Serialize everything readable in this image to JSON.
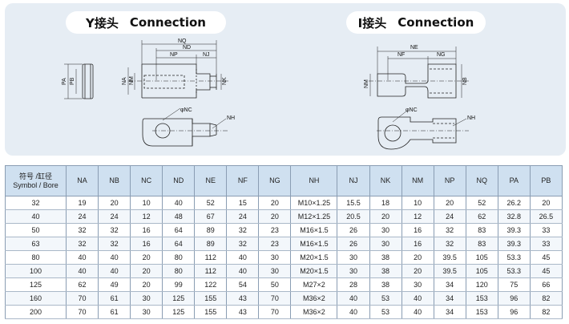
{
  "y_joint": {
    "title_cn": "Y接头",
    "title_en": "Connection",
    "labels": {
      "nq": "NQ",
      "nd": "ND",
      "np": "NP",
      "nj": "NJ",
      "pa": "PA",
      "pb": "PB",
      "na": "NA",
      "nm": "NM",
      "nk": "NK",
      "nc": "φNC",
      "nh": "NH"
    }
  },
  "i_joint": {
    "title_cn": "I接头",
    "title_en": "Connection",
    "labels": {
      "ne": "NE",
      "nf": "NF",
      "ng": "NG",
      "nm": "NM",
      "nb": "NB",
      "nc": "φNC",
      "nh": "NH"
    }
  },
  "table": {
    "headers": [
      "符号 /缸径\nSymbol / Bore",
      "NA",
      "NB",
      "NC",
      "ND",
      "NE",
      "NF",
      "NG",
      "NH",
      "NJ",
      "NK",
      "NM",
      "NP",
      "NQ",
      "PA",
      "PB"
    ],
    "rows": [
      [
        "32",
        "19",
        "20",
        "10",
        "40",
        "52",
        "15",
        "20",
        "M10×1.25",
        "15.5",
        "18",
        "10",
        "20",
        "52",
        "26.2",
        "20"
      ],
      [
        "40",
        "24",
        "24",
        "12",
        "48",
        "67",
        "24",
        "20",
        "M12×1.25",
        "20.5",
        "20",
        "12",
        "24",
        "62",
        "32.8",
        "26.5"
      ],
      [
        "50",
        "32",
        "32",
        "16",
        "64",
        "89",
        "32",
        "23",
        "M16×1.5",
        "26",
        "30",
        "16",
        "32",
        "83",
        "39.3",
        "33"
      ],
      [
        "63",
        "32",
        "32",
        "16",
        "64",
        "89",
        "32",
        "23",
        "M16×1.5",
        "26",
        "30",
        "16",
        "32",
        "83",
        "39.3",
        "33"
      ],
      [
        "80",
        "40",
        "40",
        "20",
        "80",
        "112",
        "40",
        "30",
        "M20×1.5",
        "30",
        "38",
        "20",
        "39.5",
        "105",
        "53.3",
        "45"
      ],
      [
        "100",
        "40",
        "40",
        "20",
        "80",
        "112",
        "40",
        "30",
        "M20×1.5",
        "30",
        "38",
        "20",
        "39.5",
        "105",
        "53.3",
        "45"
      ],
      [
        "125",
        "62",
        "49",
        "20",
        "99",
        "122",
        "54",
        "50",
        "M27×2",
        "28",
        "38",
        "30",
        "34",
        "120",
        "75",
        "66"
      ],
      [
        "160",
        "70",
        "61",
        "30",
        "125",
        "155",
        "43",
        "70",
        "M36×2",
        "40",
        "53",
        "40",
        "34",
        "153",
        "96",
        "82"
      ],
      [
        "200",
        "70",
        "61",
        "30",
        "125",
        "155",
        "43",
        "70",
        "M36×2",
        "40",
        "53",
        "40",
        "34",
        "153",
        "96",
        "82"
      ]
    ]
  }
}
